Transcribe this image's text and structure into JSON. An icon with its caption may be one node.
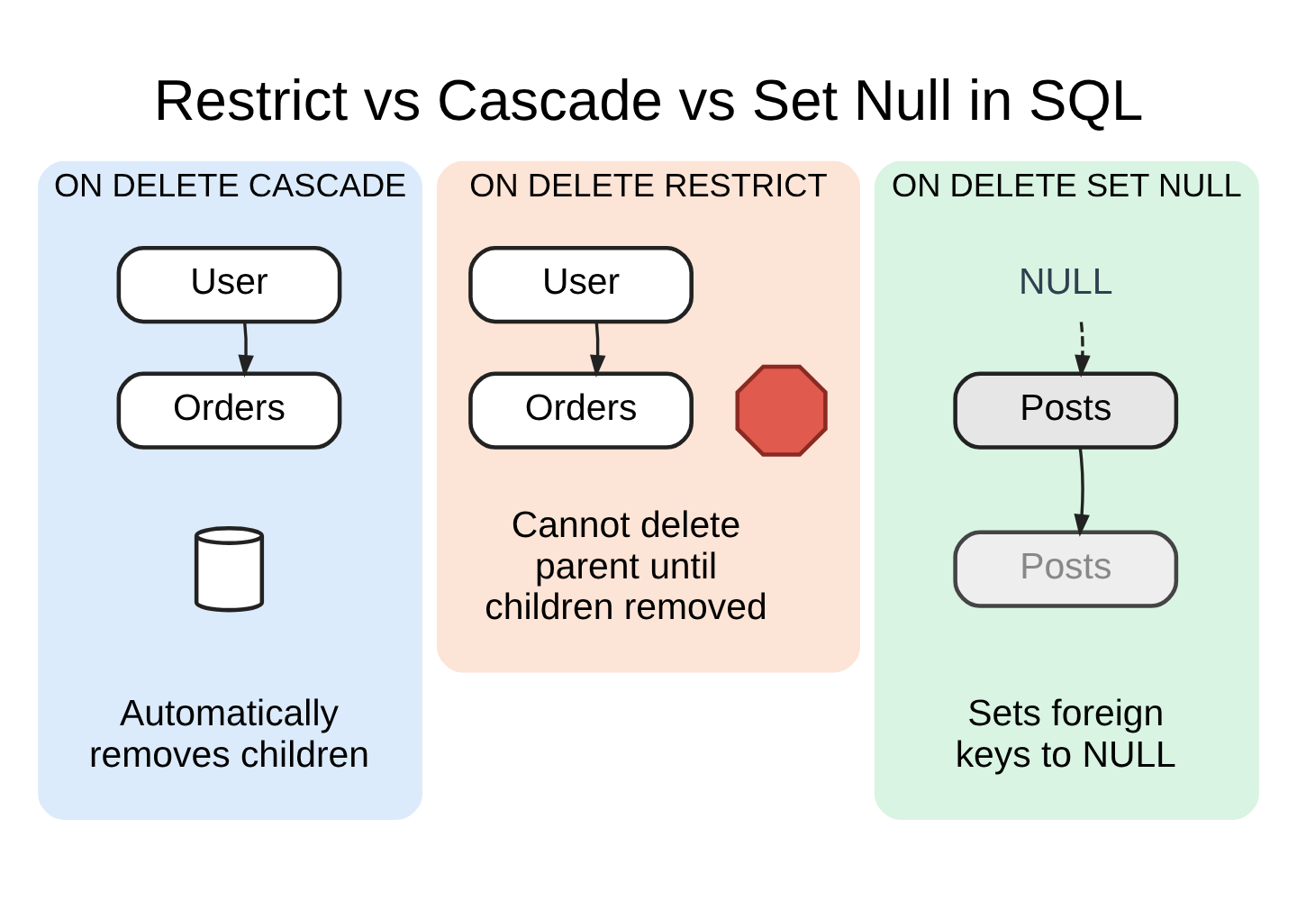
{
  "diagram": {
    "title": "Restrict vs Cascade vs Set Null in SQL",
    "nodes": [
      {
        "text": [
          "ON DELETE CASCADE"
        ]
      },
      {
        "text": [
          "User"
        ],
        "in": 0
      },
      {
        "text": [
          "Orders"
        ],
        "in": 0
      },
      {
        "text": [],
        "shape": "bin",
        "in": 0
      },
      {
        "text": [
          "Automatically removes children"
        ],
        "in": 0
      },
      {
        "text": [
          "ON DELETE RESTRICT"
        ]
      },
      {
        "text": [
          "User"
        ],
        "in": 5
      },
      {
        "text": [
          "Orders"
        ],
        "in": 5
      },
      {
        "text": [],
        "shape": "octagon",
        "in": 5
      },
      {
        "text": [
          "Cannot delete parent until children removed"
        ],
        "in": 5
      },
      {
        "text": [
          "ON DELETE SET NULL"
        ]
      },
      {
        "text": [
          "NULL"
        ],
        "in": 10
      },
      {
        "text": [
          "Posts"
        ],
        "in": 10
      },
      {
        "text": [
          "Posts"
        ],
        "in": 10
      },
      {
        "text": [
          "Sets foreign keys to NULL"
        ],
        "in": 10
      }
    ],
    "edges": [
      {
        "from": 1,
        "to": 2,
        "arrow": "to"
      },
      {
        "from": 6,
        "to": 7,
        "arrow": "to"
      },
      {
        "from": 11,
        "to": 12,
        "arrow": "to",
        "style": "dashed"
      },
      {
        "from": 12,
        "to": 13,
        "arrow": "to"
      }
    ]
  }
}
